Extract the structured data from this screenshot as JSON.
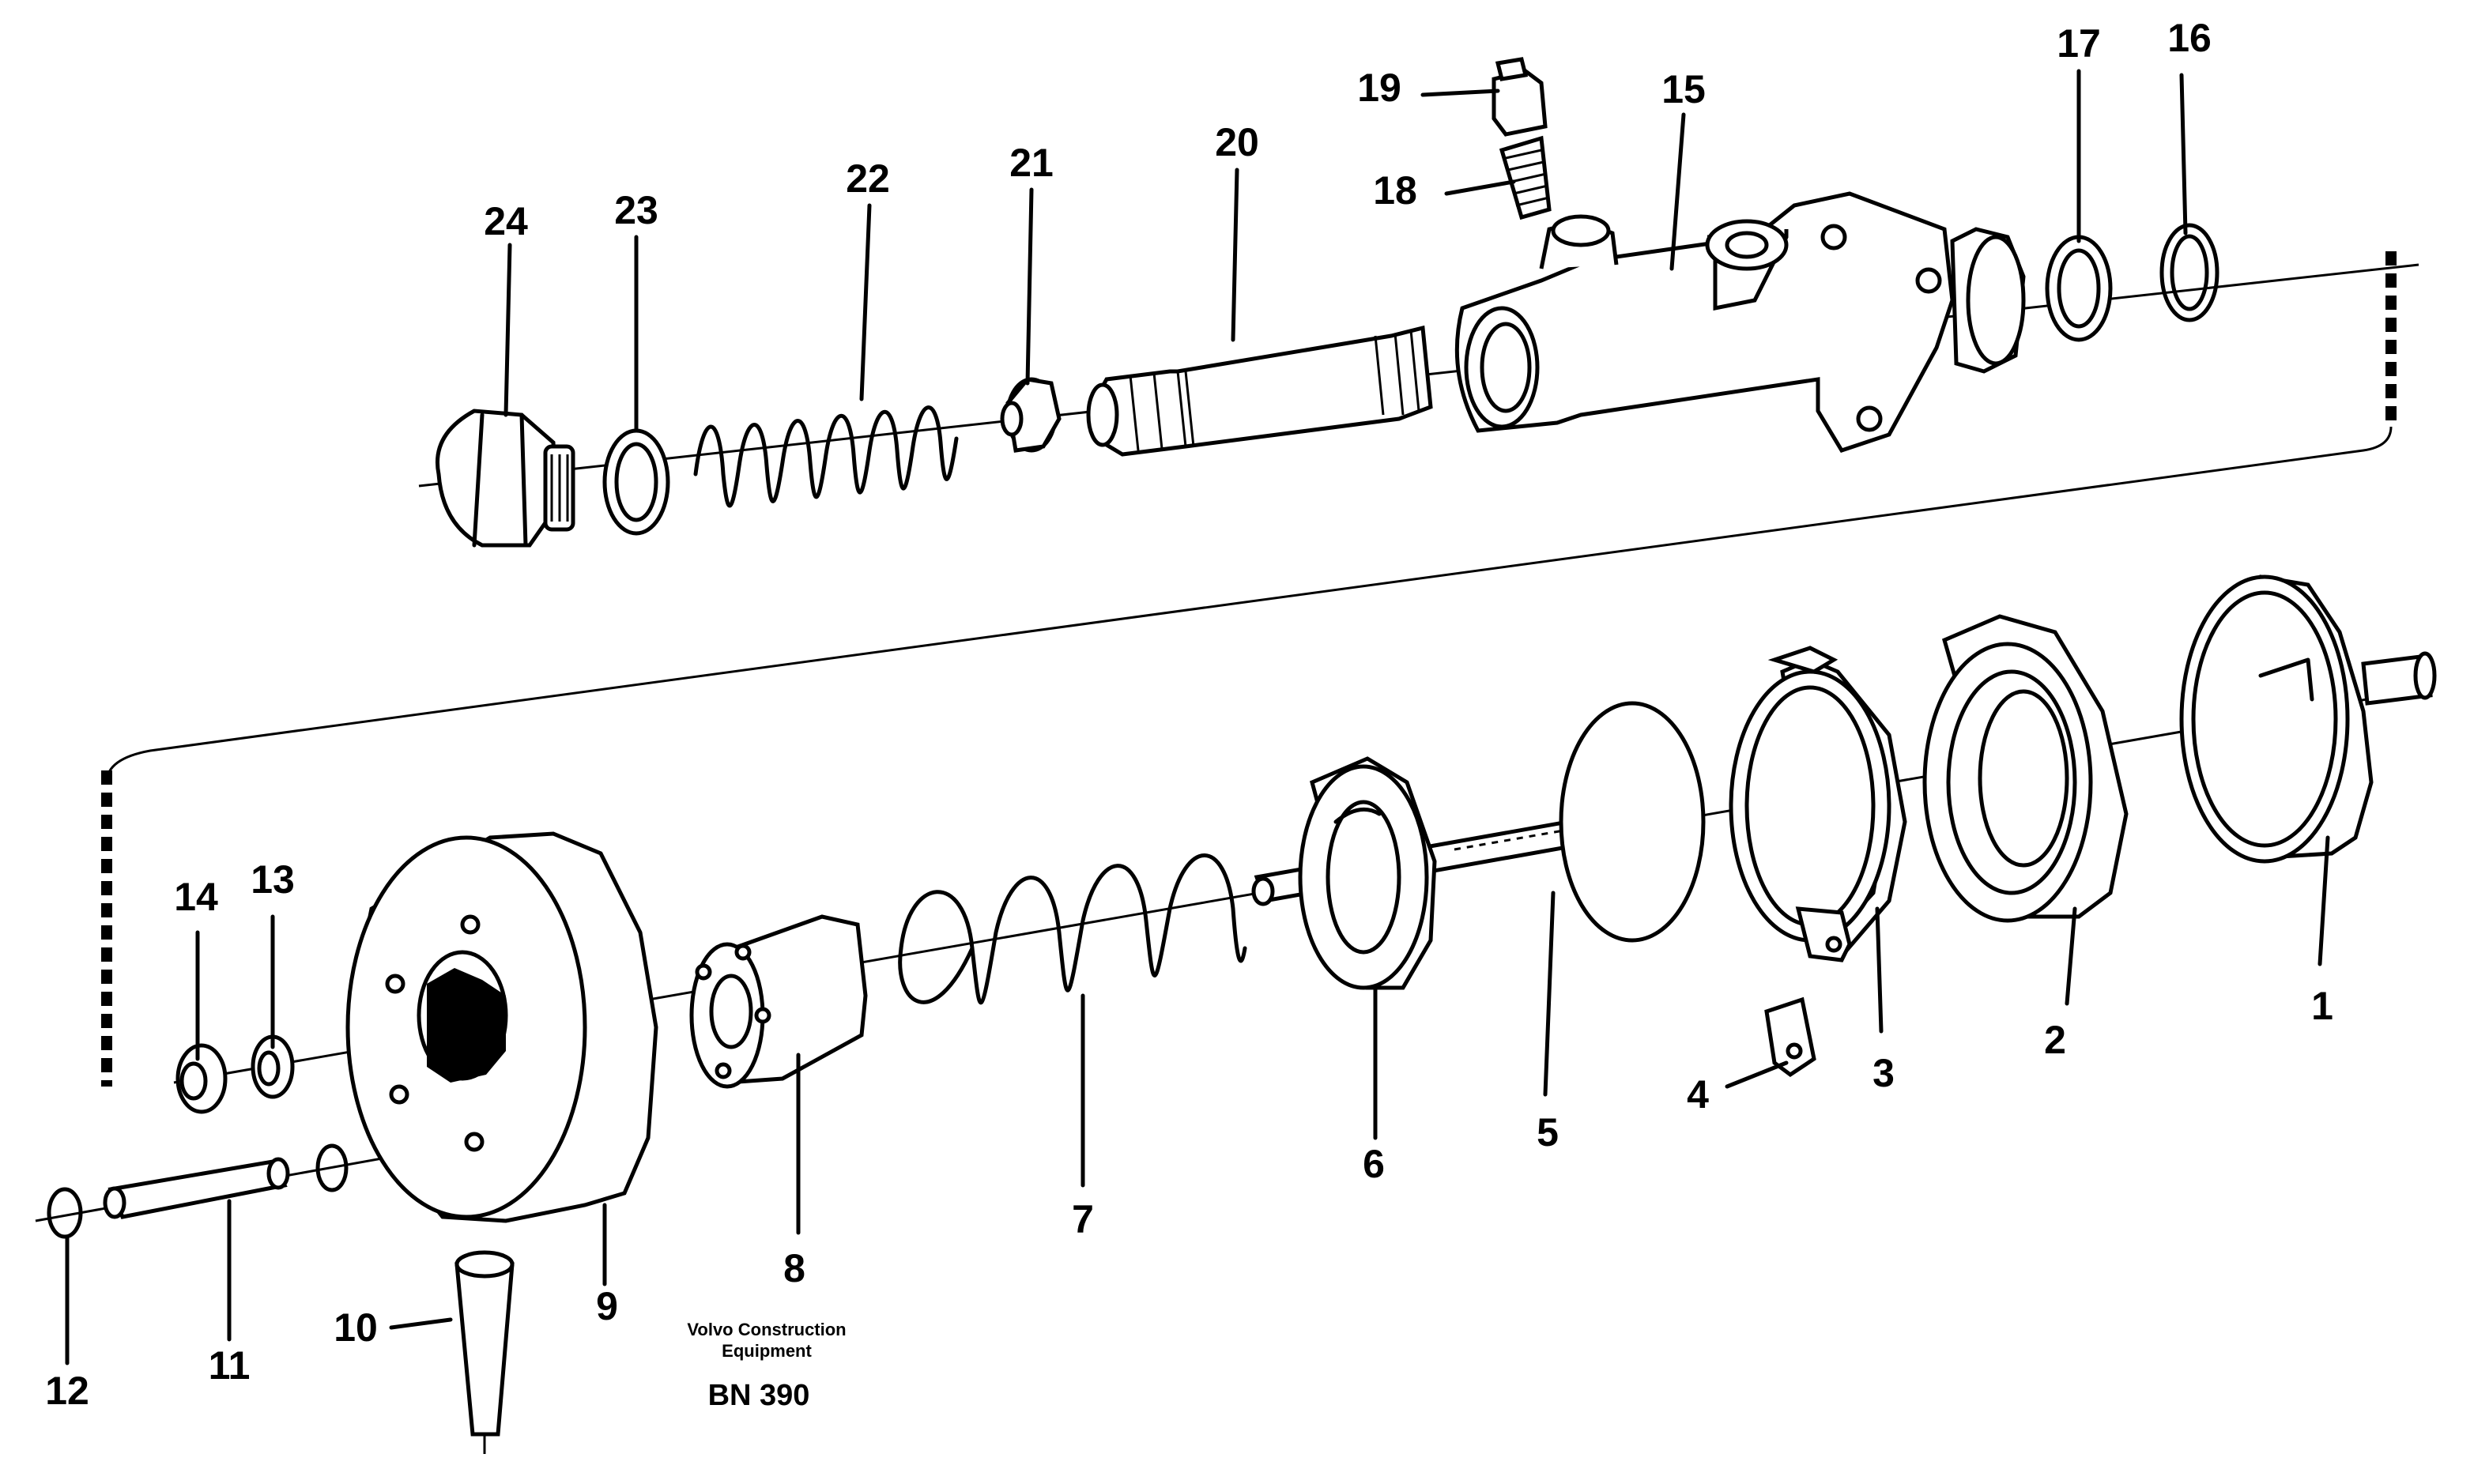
{
  "callouts": [
    "1",
    "2",
    "3",
    "4",
    "5",
    "6",
    "7",
    "8",
    "9",
    "10",
    "11",
    "12",
    "13",
    "14",
    "15",
    "16",
    "17",
    "18",
    "19",
    "20",
    "21",
    "22",
    "23",
    "24"
  ],
  "caption": {
    "line1": "Volvo Construction",
    "line2": "Equipment",
    "code": "BN 390"
  }
}
